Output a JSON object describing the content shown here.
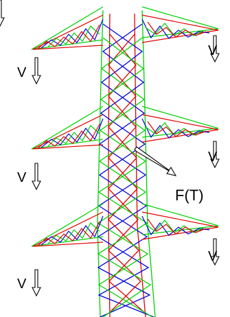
{
  "labels": {
    "load": "V",
    "force": "F(T)"
  },
  "colors": {
    "background": "#ffffff",
    "member_set_1": "#00d000",
    "member_set_2": "#e00000",
    "member_set_3": "#0000dd",
    "arrow": "#000000"
  },
  "icons": {
    "load_arrow": "hollow-down-arrow",
    "force_arrow": "hollow-diagonal-arrow"
  }
}
